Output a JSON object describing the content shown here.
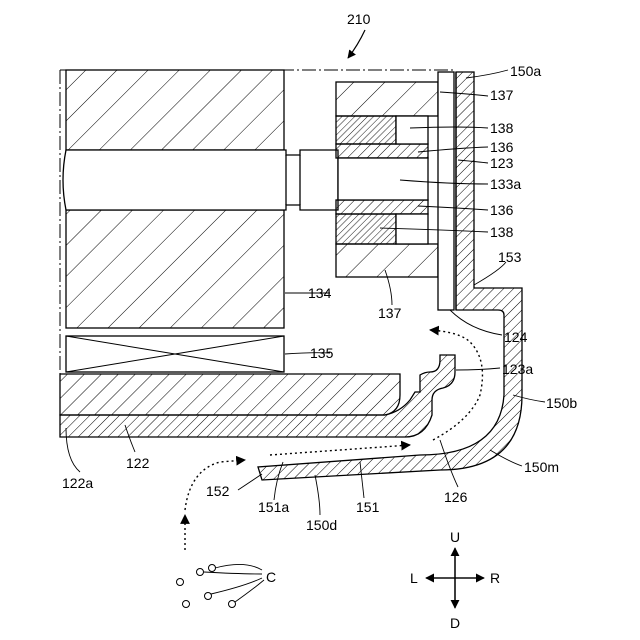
{
  "figure": {
    "ref_210": "210",
    "labels": {
      "l150a": "150a",
      "l137_top": "137",
      "l138_top": "138",
      "l136_top": "136",
      "l123": "123",
      "l133a": "133a",
      "l136_bot": "136",
      "l138_bot": "138",
      "l153": "153",
      "l134": "134",
      "l137_bot": "137",
      "l124": "124",
      "l135": "135",
      "l123a": "123a",
      "l150b": "150b",
      "l122": "122",
      "l122a": "122a",
      "l150m": "150m",
      "l152": "152",
      "l126": "126",
      "l151a": "151a",
      "l151": "151",
      "l150d": "150d",
      "lC": "C"
    },
    "compass": {
      "up": "U",
      "down": "D",
      "left": "L",
      "right": "R"
    }
  }
}
